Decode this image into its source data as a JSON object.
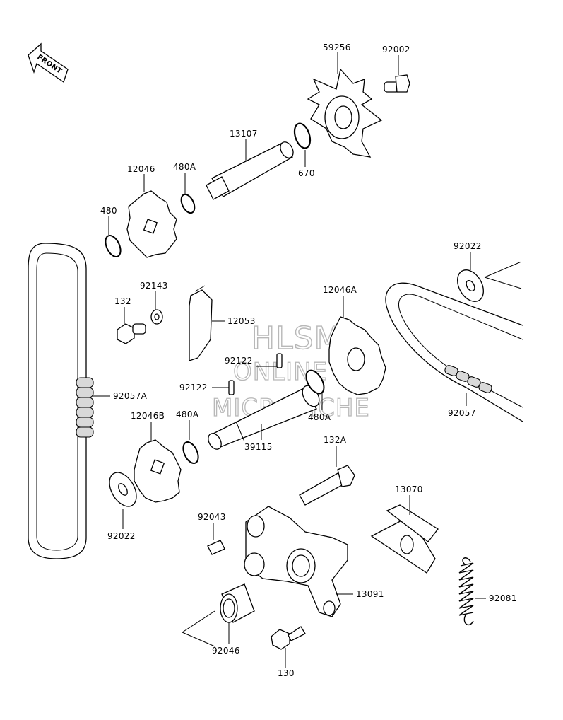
{
  "front_label": "FRONT",
  "watermark": {
    "line1": "HLSM",
    "line2": "ONLINE",
    "line3": "MICROFICHE"
  },
  "labels": {
    "p59256": "59256",
    "p92002": "92002",
    "p13107": "13107",
    "p670": "670",
    "p12046": "12046",
    "p480A_top": "480A",
    "p480": "480",
    "p92022_right": "92022",
    "p12046A": "12046A",
    "p92143": "92143",
    "p132": "132",
    "p12053": "12053",
    "p92122_a": "92122",
    "p92122_b": "92122",
    "p92057A": "92057A",
    "p12046B": "12046B",
    "p480A_mid": "480A",
    "p480A_right": "480A",
    "p92057": "92057",
    "p39115": "39115",
    "p132A": "132A",
    "p92022_left": "92022",
    "p13070": "13070",
    "p92043": "92043",
    "p13091": "13091",
    "p92081": "92081",
    "p92046": "92046",
    "p130": "130"
  }
}
